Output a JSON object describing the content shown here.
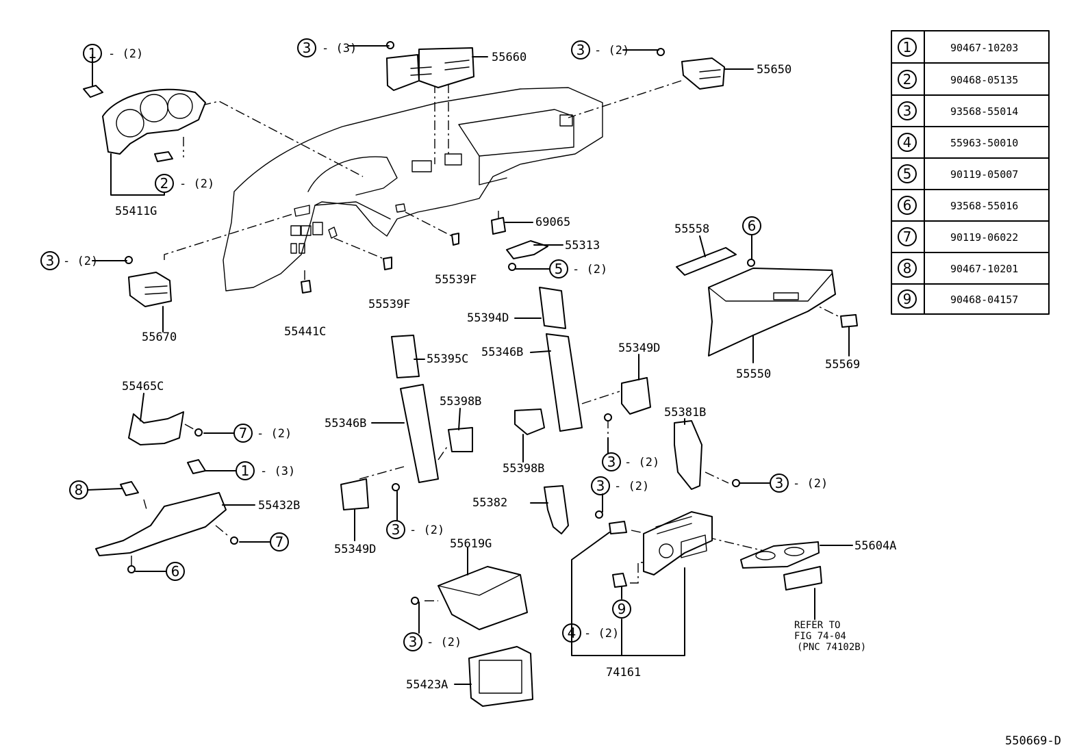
{
  "legend": [
    {
      "num": "1",
      "code": "90467-10203"
    },
    {
      "num": "2",
      "code": "90468-05135"
    },
    {
      "num": "3",
      "code": "93568-55014"
    },
    {
      "num": "4",
      "code": "55963-50010"
    },
    {
      "num": "5",
      "code": "90119-05007"
    },
    {
      "num": "6",
      "code": "93568-55016"
    },
    {
      "num": "7",
      "code": "90119-06022"
    },
    {
      "num": "8",
      "code": "90467-10201"
    },
    {
      "num": "9",
      "code": "90468-04157"
    }
  ],
  "callouts": [
    {
      "num": "1",
      "qty": "- (2)"
    },
    {
      "num": "2",
      "qty": "- (2)"
    },
    {
      "num": "3",
      "qty": "- (3)"
    },
    {
      "num": "3",
      "qty": "- (2)"
    },
    {
      "num": "3",
      "qty": "- (2)"
    },
    {
      "num": "5",
      "qty": "- (2)"
    },
    {
      "num": "6",
      "qty": ""
    },
    {
      "num": "7",
      "qty": "- (2)"
    },
    {
      "num": "1",
      "qty": "- (3)"
    },
    {
      "num": "8",
      "qty": ""
    },
    {
      "num": "7",
      "qty": ""
    },
    {
      "num": "6",
      "qty": ""
    },
    {
      "num": "3",
      "qty": "- (2)"
    },
    {
      "num": "3",
      "qty": "- (2)"
    },
    {
      "num": "3",
      "qty": "- (2)"
    },
    {
      "num": "3",
      "qty": "- (2)"
    },
    {
      "num": "3",
      "qty": "- (2)"
    },
    {
      "num": "4",
      "qty": "- (2)"
    },
    {
      "num": "9",
      "qty": ""
    }
  ],
  "labels": {
    "p55411G": "55411G",
    "p55660": "55660",
    "p55650": "55650",
    "p55670": "55670",
    "p55441C": "55441C",
    "p55539F_a": "55539F",
    "p55539F_b": "55539F",
    "p69065": "69065",
    "p55313": "55313",
    "p55558": "55558",
    "p55550": "55550",
    "p55569": "55569",
    "p55394D": "55394D",
    "p55346B_r": "55346B",
    "p55349D_r": "55349D",
    "p55398B_r": "55398B",
    "p55395C": "55395C",
    "p55398B_l": "55398B",
    "p55346B_l": "55346B",
    "p55349D_l": "55349D",
    "p55465C": "55465C",
    "p55432B": "55432B",
    "p55381B": "55381B",
    "p55382": "55382",
    "p55604A": "55604A",
    "p55619G": "55619G",
    "p55423A": "55423A",
    "p74161": "74161"
  },
  "refer": {
    "line1": "REFER TO",
    "line2": "FIG 74-04",
    "line3": "(PNC 74102B)"
  },
  "figure_id": "550669-D"
}
